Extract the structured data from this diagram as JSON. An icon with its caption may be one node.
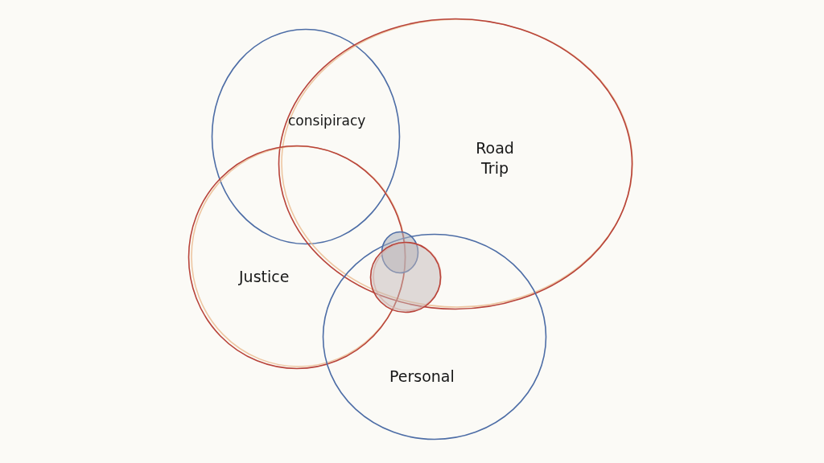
{
  "diagram": {
    "nodes": [
      {
        "text": [
          "consipiracy"
        ]
      },
      {
        "text": [
          "Road Trip"
        ]
      },
      {
        "text": [
          "Justice"
        ]
      },
      {
        "text": [
          "Personal"
        ]
      },
      {
        "text": [],
        "shape": "circle"
      },
      {
        "text": [],
        "shape": "circle"
      }
    ]
  }
}
